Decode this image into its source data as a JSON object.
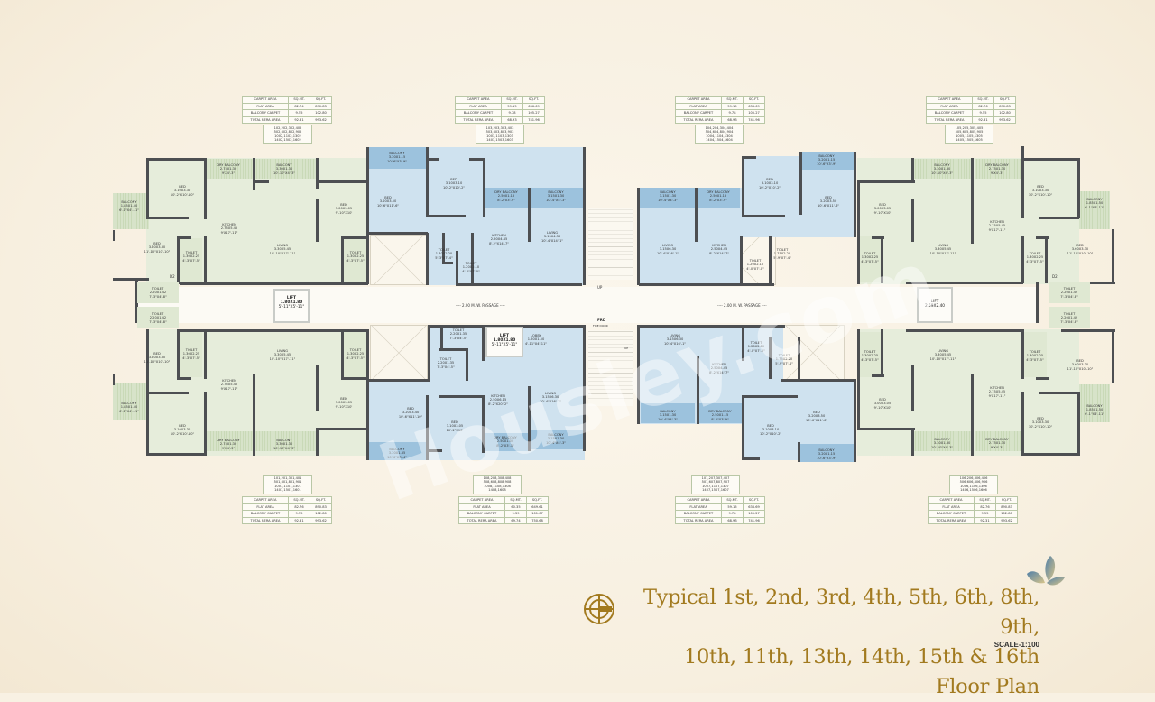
{
  "title": {
    "line1": "Typical 1st, 2nd, 3rd, 4th, 5th, 6th, 8th, 9th,",
    "line2": "10th, 11th, 13th, 14th, 15th & 16th Floor Plan",
    "scale": "SCALE-1:100"
  },
  "watermark": "Housiey.com",
  "area_table_headers": [
    "CARPET AREA",
    "SQ.MT.",
    "SQ.FT."
  ],
  "area_tables": [
    {
      "position": "top-1",
      "flat_numbers": [
        "102,202,302,402",
        "502,602,802,902",
        "1002,1102,1302",
        "1402,1502,1602"
      ],
      "rows": [
        [
          "FLAT AREA",
          "82.74",
          "890.83"
        ],
        [
          "BALCONY CARPET",
          "9.55",
          "102.80"
        ],
        [
          "TOTAL RERA AREA",
          "92.31",
          "993.62"
        ]
      ]
    },
    {
      "position": "top-2",
      "flat_numbers": [
        "103,203,303,403",
        "503,603,803,903",
        "1003,1103,1303",
        "1403,1503,1603"
      ],
      "rows": [
        [
          "FLAT AREA",
          "59.15",
          "636.69"
        ],
        [
          "BALCONY CARPET",
          "9.78",
          "105.27"
        ],
        [
          "TOTAL RERA AREA",
          "68.93",
          "741.96"
        ]
      ]
    },
    {
      "position": "top-3",
      "flat_numbers": [
        "104,204,304,404",
        "504,604,804,904",
        "1004,1104,1304",
        "1404,1504,1604"
      ],
      "rows": [
        [
          "FLAT AREA",
          "59.15",
          "636.69"
        ],
        [
          "BALCONY CARPET",
          "9.78",
          "105.27"
        ],
        [
          "TOTAL RERA AREA",
          "68.93",
          "741.96"
        ]
      ]
    },
    {
      "position": "top-4",
      "flat_numbers": [
        "105,205,305,405",
        "505,605,805,905",
        "1005,1105,1305",
        "1405,1505,1605"
      ],
      "rows": [
        [
          "FLAT AREA",
          "82.76",
          "890.83"
        ],
        [
          "BALCONY CARPET",
          "9.55",
          "102.80"
        ],
        [
          "TOTAL RERA AREA",
          "92.31",
          "993.62"
        ]
      ]
    },
    {
      "position": "bottom-1",
      "flat_numbers": [
        "101,201,301,401",
        "501,601,801,901",
        "1001,1101,1301",
        "1401,1501,1601"
      ],
      "rows": [
        [
          "FLAT AREA",
          "82.76",
          "890.83"
        ],
        [
          "BALCONY CARPET",
          "9.55",
          "102.80"
        ],
        [
          "TOTAL RERA AREA",
          "92.31",
          "993.62"
        ]
      ]
    },
    {
      "position": "bottom-2",
      "flat_numbers": [
        "108,208,308,408",
        "508,608,808,908",
        "1008,1108,1308",
        "1408,1608"
      ],
      "rows": [
        [
          "FLAT AREA",
          "60.35",
          "649.61"
        ],
        [
          "BALCONY CARPET",
          "9.39",
          "101.07"
        ],
        [
          "TOTAL RERA AREA",
          "69.74",
          "750.68"
        ]
      ]
    },
    {
      "position": "bottom-3",
      "flat_numbers": [
        "107,207,307,407",
        "507,607,807,907",
        "1007,1107,1307",
        "1407,1507,1607"
      ],
      "rows": [
        [
          "FLAT AREA",
          "59.15",
          "636.69"
        ],
        [
          "BALCONY CARPET",
          "9.78",
          "105.27"
        ],
        [
          "TOTAL RERA AREA",
          "68.93",
          "741.96"
        ]
      ]
    },
    {
      "position": "bottom-4",
      "flat_numbers": [
        "106,206,306,406",
        "506,606,806,906",
        "1006,1106,1306",
        "1406,1506,1606"
      ],
      "rows": [
        [
          "FLAT AREA",
          "82.76",
          "890.83"
        ],
        [
          "BALCONY CARPET",
          "9.55",
          "102.80"
        ],
        [
          "TOTAL RERA AREA",
          "92.31",
          "993.62"
        ]
      ]
    }
  ],
  "core": {
    "passage_label": "---- 2.00 M. W. PASSAGE ----",
    "lift_main": {
      "name": "LIFT",
      "size": "1.80X1.80",
      "imperial": "5'-11\"X5'-11\""
    },
    "lift_small": {
      "name": "LIFT",
      "size": "2.59X2.40"
    },
    "lobby": {
      "name": "LOBBY",
      "size": "1.50X1.50",
      "imperial": "4'-11\"X4'-11\""
    },
    "fire_door": "FRD",
    "fire_door_sub": "FIRE DOOR",
    "stair_up": "UP",
    "d2": "D2"
  },
  "rooms": {
    "bed_3_1": {
      "name": "BED",
      "size": "3.10X3.30",
      "imperial": "10'-2\"X10'-10\""
    },
    "bed_3_6": {
      "name": "BED",
      "size": "3.60X3.30",
      "imperial": "11'-10\"X10'-10\""
    },
    "bed_3_0": {
      "name": "BED",
      "size": "3.00X3.05",
      "imperial": "9'-10\"X10'"
    },
    "balcony_1_8": {
      "name": "BALCONY",
      "size": "1.85X1.50",
      "imperial": "6'-1\"X4'-11\""
    },
    "dry_balcony_2_7": {
      "name": "DRY BALCONY",
      "size": "2.75X1.30",
      "imperial": "9'X4'-3\""
    },
    "balcony_3_3": {
      "name": "BALCONY",
      "size": "3.30X1.30",
      "imperial": "10'-10\"X4'-3\""
    },
    "kitchen_2_7": {
      "name": "KITCHEN",
      "size": "2.75X5.45",
      "imperial": "9'X17'-11\""
    },
    "living_3_3": {
      "name": "LIVING",
      "size": "3.30X5.45",
      "imperial": "10'-10\"X17'-11\""
    },
    "toilet_1_3": {
      "name": "TOILET",
      "size": "1.30X2.25",
      "imperial": "4'-3\"X7'-5\""
    },
    "toilet_2_2": {
      "name": "TOILET",
      "size": "2.20X1.42",
      "imperial": "7'-3\"X4'-8\""
    },
    "balcony_3_2": {
      "name": "BALCONY",
      "size": "3.20X1.15",
      "imperial": "10'-6\"X3'-9\""
    },
    "bed_3_2": {
      "name": "BED",
      "size": "3.20X3.50",
      "imperial": "10'-6\"X11'-6\""
    },
    "bed_3_1b": {
      "name": "BED",
      "size": "3.10X3.10",
      "imperial": "10'-2\"X10'-2\""
    },
    "dry_balcony_2_5": {
      "name": "DRY BALCONY",
      "size": "2.50X1.15",
      "imperial": "8'-2\"X3'-9\""
    },
    "balcony_3_15": {
      "name": "BALCONY",
      "size": "3.15X1.30",
      "imperial": "10'-4\"X4'-3\""
    },
    "kitchen_2_5": {
      "name": "KITCHEN",
      "size": "2.50X4.45",
      "imperial": "8'-2\"X14'-7\""
    },
    "living_3_15": {
      "name": "LIVING",
      "size": "3.15X4.30",
      "imperial": "10'-4\"X14'-1\""
    },
    "toilet_1_4": {
      "name": "TOILET",
      "size": "1.40X2.20",
      "imperial": "5'-3\"X7'-4\""
    },
    "toilet_1_2": {
      "name": "TOILET",
      "size": "1.20X2.10",
      "imperial": "4'-0\"X7'-0\""
    },
    "toilet_1_75": {
      "name": "TOILET",
      "size": "1.75X2.20",
      "imperial": "5'-9\"X7'-4\""
    },
    "toilet_2_2b": {
      "name": "TOILET",
      "size": "2.20X1.35",
      "imperial": "7'-3\"X4'-5\""
    },
    "toilet_2_2c": {
      "name": "TOILET",
      "size": "2.20X1.35",
      "imperial": "7'-3\"X4'-5\""
    },
    "kitchen_2_5b": {
      "name": "KITCHEN",
      "size": "2.50X6.15",
      "imperial": "8'-2\"X20'-2\""
    },
    "living_3_15b": {
      "name": "LIVING",
      "size": "3.15X6.30",
      "imperial": "10'-4\"X16'-1\""
    },
    "bed_3_2b": {
      "name": "BED",
      "size": "3.20X3.40",
      "imperial": "10'-6\"X11'-10\""
    },
    "bed_3_1c": {
      "name": "BED",
      "size": "3.10X3.05",
      "imperial": "10'-2\"X10'"
    },
    "balcony_3_2b": {
      "name": "BALCONY",
      "size": "3.20X1.35",
      "imperial": "10'-6\"X3'-4\""
    },
    "dry_balcony_2_5b": {
      "name": "DRY BALCONY",
      "size": "2.50X1.00",
      "imperial": "8'-2\"X3'-3\""
    },
    "balcony_3_15b": {
      "name": "BALCONY",
      "size": "3.15X1.30",
      "imperial": "10'-4\"X4'-3\""
    },
    "living_3_15c": {
      "name": "LIVING",
      "size": "3.15X6.30",
      "imperial": "10'-4\"X16'-1\""
    },
    "kitchen_2_5c": {
      "name": "KITCHEN",
      "size": "2.50X4.45",
      "imperial": "8'-2\"X14'-7\""
    },
    "toilet_1_2b": {
      "name": "TOILET",
      "size": "1.20X2.10",
      "imperial": "4'-0\"X7'-0\""
    },
    "toilet_1_75b": {
      "name": "TOILET",
      "size": "1.75X2.20",
      "imperial": "5'-9\"X7'-4\""
    },
    "balcony_3_15c": {
      "name": "BALCONY",
      "size": "3.15X1.30",
      "imperial": "10'-4\"X4'-3\""
    },
    "dry_balcony_2_5c": {
      "name": "DRY BALCONY",
      "size": "2.50X1.15",
      "imperial": "8'-2\"X3'-9\""
    },
    "bed_3_1d": {
      "name": "BED",
      "size": "3.10X3.10",
      "imperial": "10'-2\"X10'-2\""
    },
    "bed_3_2c": {
      "name": "BED",
      "size": "3.20X3.50",
      "imperial": "10'-6\"X11'-6\""
    },
    "balcony_3_2c": {
      "name": "BALCONY",
      "size": "3.20X1.15",
      "imperial": "10'-6\"X3'-9\""
    }
  }
}
